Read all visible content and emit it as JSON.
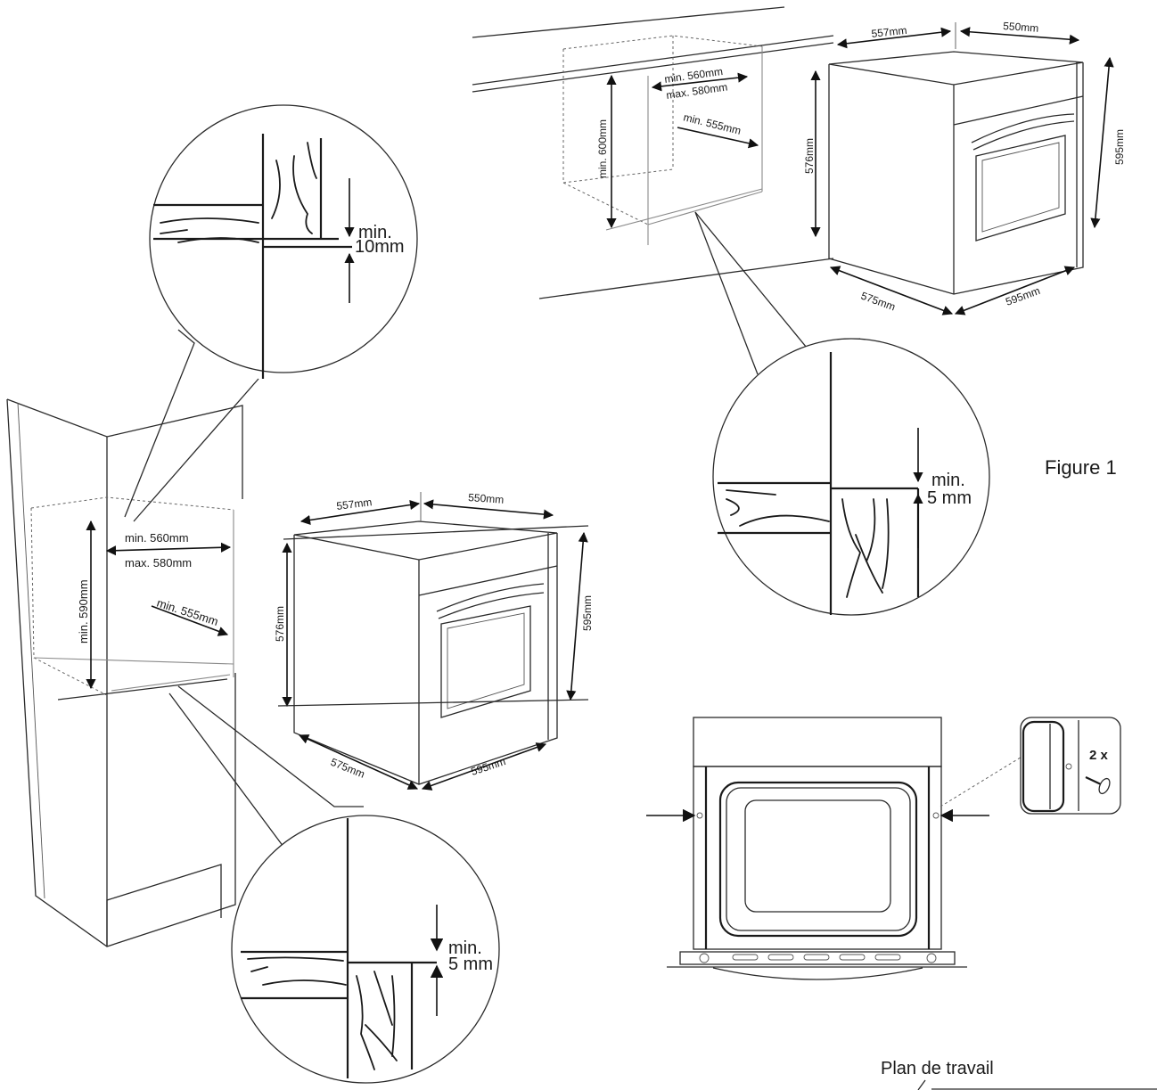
{
  "figure_title": "Figure 1",
  "worktop_label": "Plan de travail",
  "top_install": {
    "niche_height": "min. 600mm",
    "niche_width_min": "min. 560mm",
    "niche_width_max": "max. 580mm",
    "niche_depth": "min. 555mm"
  },
  "top_oven": {
    "top_depth": "557mm",
    "top_width": "550mm",
    "body_height": "576mm",
    "front_height": "595mm",
    "side_depth": "575mm",
    "front_width": "595mm"
  },
  "top_detail": {
    "gap_min": "min.",
    "gap_value": "5 mm"
  },
  "column_install": {
    "niche_height": "min. 590mm",
    "niche_width_min": "min. 560mm",
    "niche_width_max": "max. 580mm",
    "niche_depth": "min. 555mm"
  },
  "column_detail_top": {
    "gap_min": "min.",
    "gap_value": "10mm"
  },
  "column_detail_bottom": {
    "gap_min": "min.",
    "gap_value": "5 mm"
  },
  "mid_oven": {
    "top_depth": "557mm",
    "top_width": "550mm",
    "body_height": "576mm",
    "front_height": "595mm",
    "side_depth": "575mm",
    "front_width": "595mm"
  },
  "screw_detail": {
    "count": "2 x"
  }
}
